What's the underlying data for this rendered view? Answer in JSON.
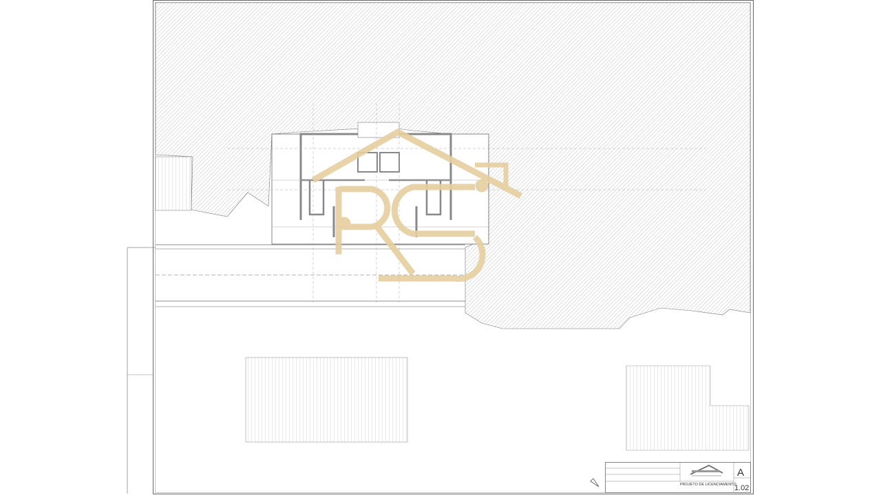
{
  "title_block": {
    "project_phase": "PROJETO DE LICENCIAMENTO",
    "sheet_format": "A",
    "sheet_number": "1.02"
  },
  "colors": {
    "lines": "#555555",
    "hatch": "#9a9a9a",
    "watermark": "#e6cf9f",
    "walls": "#8a8a8a"
  },
  "icons": [
    "north-arrow-icon",
    "company-logo"
  ]
}
